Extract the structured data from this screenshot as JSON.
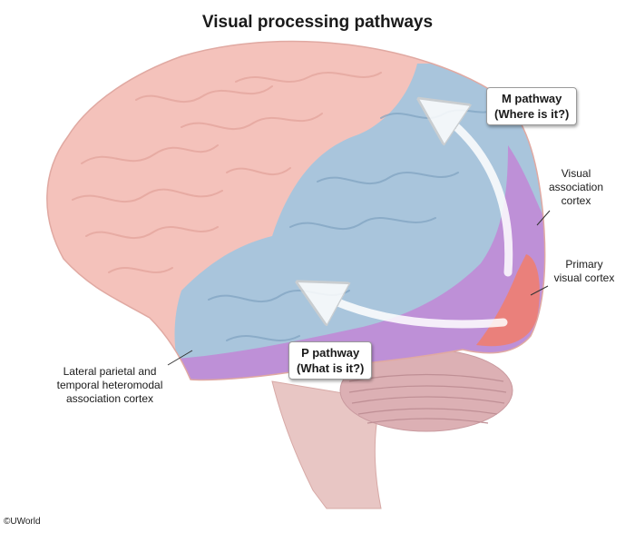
{
  "title": "Visual processing pathways",
  "callouts": {
    "m_pathway": {
      "line1": "M pathway",
      "line2": "(Where is it?)"
    },
    "p_pathway": {
      "line1": "P pathway",
      "line2": "(What is it?)"
    }
  },
  "labels": {
    "visual_association": [
      "Visual",
      "association",
      "cortex"
    ],
    "primary_visual": [
      "Primary",
      "visual cortex"
    ],
    "lateral_parietal": [
      "Lateral parietal and",
      "temporal heteromodal",
      "association cortex"
    ]
  },
  "copyright": "©UWorld",
  "colors": {
    "brain_pink": "#f4c2bb",
    "association_blue": "#a9c5dc",
    "visual_association_purple": "#c08ad6",
    "primary_visual_red": "#ec7f76",
    "cerebellum": "#dcb0b4",
    "brainstem": "#e8c6c4"
  }
}
